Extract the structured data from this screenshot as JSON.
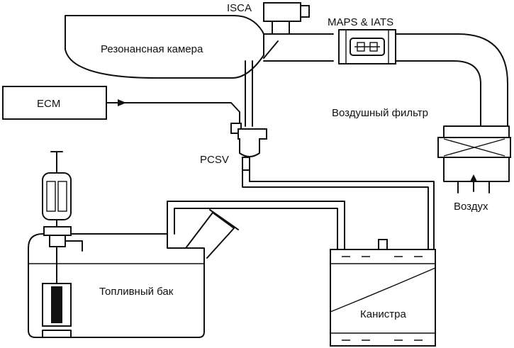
{
  "labels": {
    "isca": "ISCA",
    "maps_iats": "MAPS & IATS",
    "plenum": "Резонансная камера",
    "ecm": "ECM",
    "air_filter": "Воздушный фильтр",
    "pcsv": "PCSV",
    "fuel_tank": "Топливный бак",
    "canister": "Канистра",
    "air": "Воздух"
  },
  "colors": {
    "line": "#111111",
    "background": "#ffffff"
  }
}
